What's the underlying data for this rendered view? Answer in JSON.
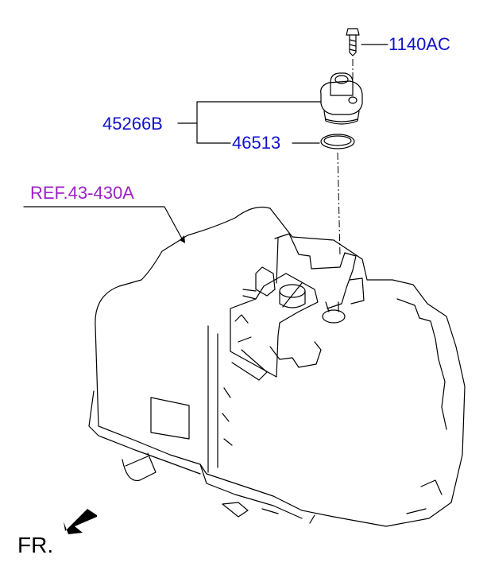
{
  "labels": {
    "bolt": "1140AC",
    "assembly": "45266B",
    "oring": "46513",
    "reference": "REF.43-430A",
    "front": "FR."
  },
  "colors": {
    "part_number": "#1010cc",
    "reference": "#a020c8",
    "linework": "#000000"
  },
  "icons": {
    "front_direction": "arrow-down-left-icon"
  }
}
